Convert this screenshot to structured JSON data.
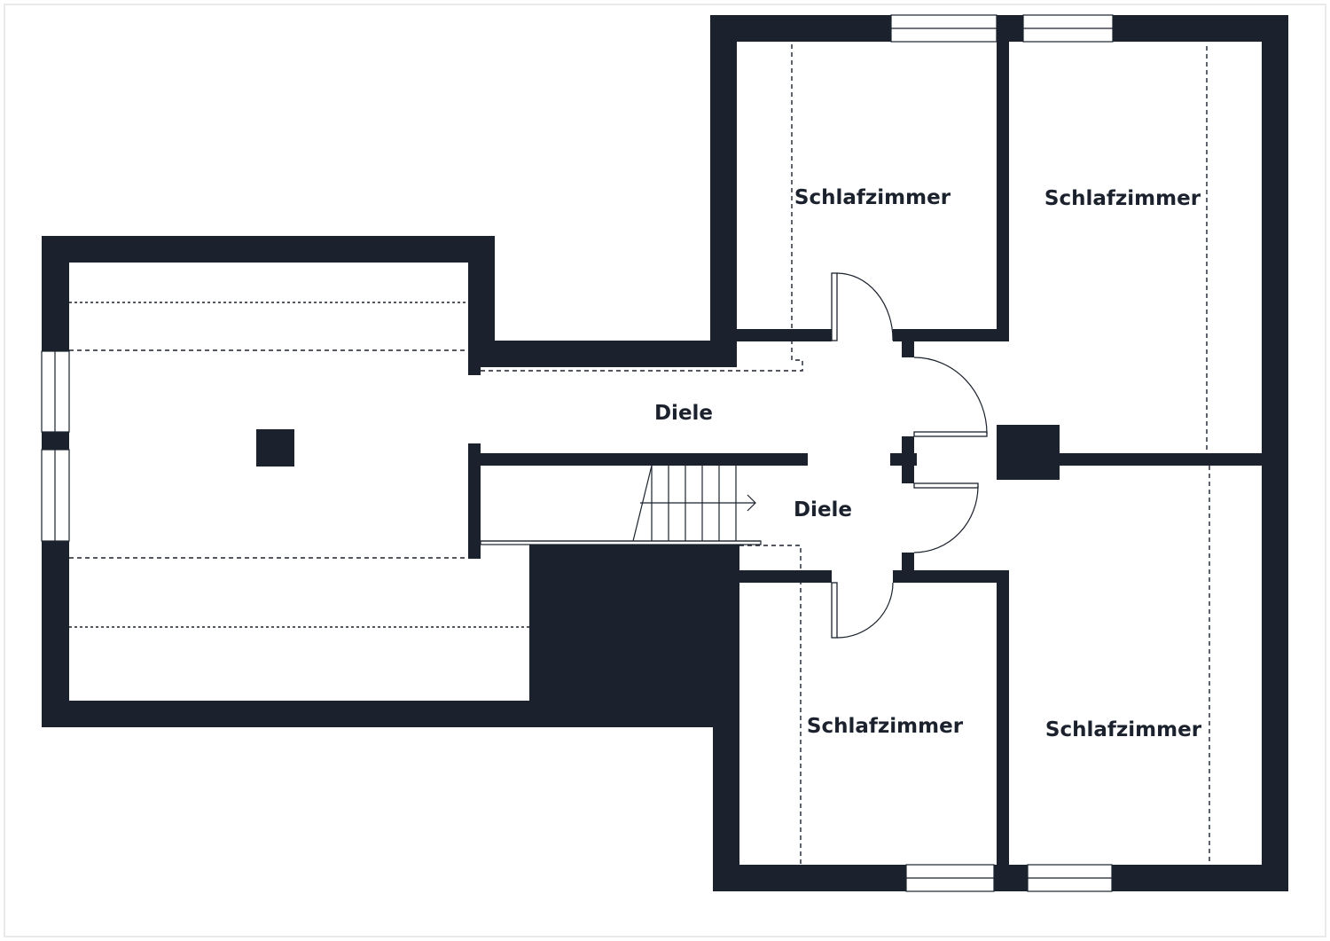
{
  "colors": {
    "wall": "#1b222d",
    "background": "#ffffff",
    "frame": "#e4e4e4"
  },
  "rooms": [
    {
      "id": "bedroom-top-left",
      "label": "Schlafzimmer"
    },
    {
      "id": "bedroom-top-right",
      "label": "Schlafzimmer"
    },
    {
      "id": "bedroom-bottom-left",
      "label": "Schlafzimmer"
    },
    {
      "id": "bedroom-bottom-right",
      "label": "Schlafzimmer"
    },
    {
      "id": "hallway-upper",
      "label": "Diele"
    },
    {
      "id": "hallway-lower",
      "label": "Diele"
    }
  ]
}
